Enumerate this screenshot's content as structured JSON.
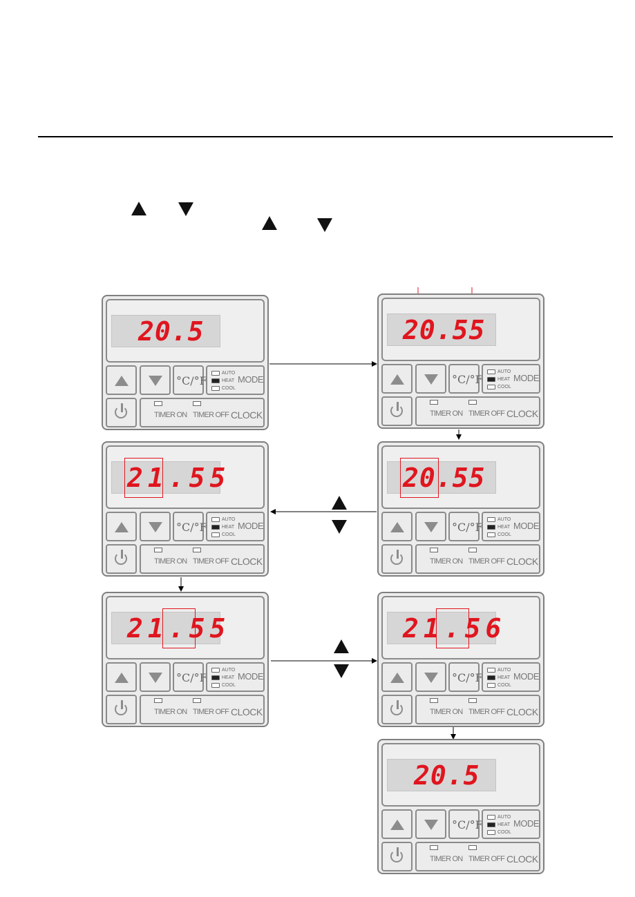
{
  "panel_labels": {
    "cf_label": "°C/°F",
    "mode_label": "MODE",
    "mode_auto": "AUTO",
    "mode_heat": "HEAT",
    "mode_cool": "COOL",
    "timer_on": "TIMER ON",
    "timer_off": "TIMER OFF",
    "clock": "CLOCK"
  },
  "displays": {
    "step1": "20.5",
    "step2": "20.55",
    "step3": "20.55",
    "step4": "21.55",
    "step5": "21.55",
    "step6": "21.56",
    "step7": "20.5"
  },
  "colors": {
    "digit_red": "#e0151e",
    "panel_gray": "#8a8a8a",
    "highlight_red": "#e0151e"
  },
  "icons": [
    "up-arrow-icon",
    "down-arrow-icon",
    "power-icon",
    "celsius-fahrenheit-icon"
  ]
}
